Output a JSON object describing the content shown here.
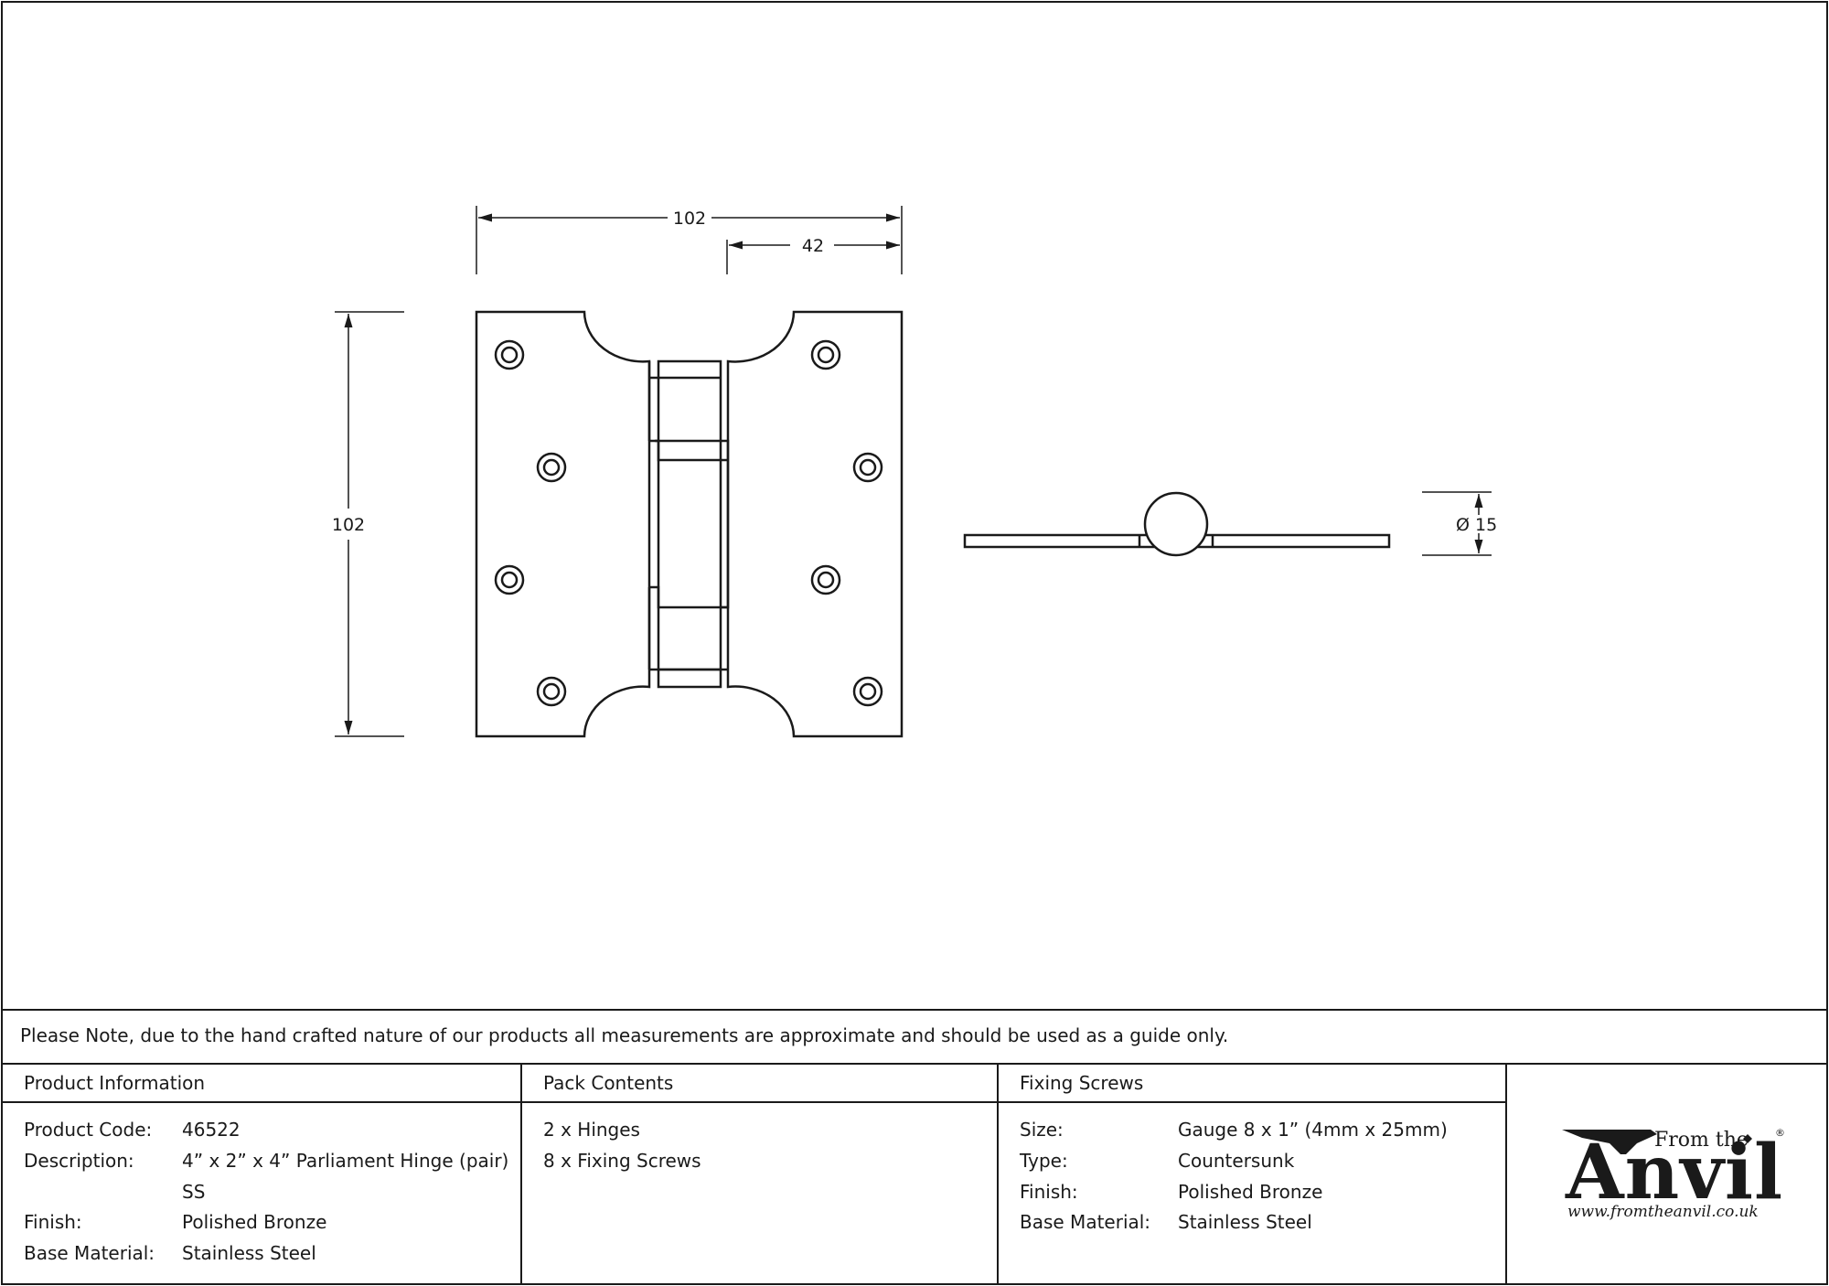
{
  "dimensions": {
    "overall_width": "102",
    "leaf_width": "42",
    "height": "102",
    "knuckle_diameter": "Ø 15"
  },
  "note": "Please Note, due to the hand crafted nature of our products all measurements are approximate and should be used as a guide only.",
  "product_information": {
    "heading": "Product Information",
    "rows": [
      {
        "label": "Product Code:",
        "value": "46522"
      },
      {
        "label": "Description:",
        "value": "4” x 2” x 4” Parliament Hinge (pair)"
      },
      {
        "label": "",
        "value": "SS"
      },
      {
        "label": "Finish:",
        "value": "Polished Bronze"
      },
      {
        "label": "Base Material:",
        "value": "Stainless Steel"
      }
    ]
  },
  "pack_contents": {
    "heading": "Pack Contents",
    "items": [
      "2 x Hinges",
      "8 x Fixing Screws"
    ]
  },
  "fixing_screws": {
    "heading": "Fixing Screws",
    "rows": [
      {
        "label": "Size:",
        "value": "Gauge 8 x 1” (4mm x 25mm)"
      },
      {
        "label": "Type:",
        "value": "Countersunk"
      },
      {
        "label": "Finish:",
        "value": "Polished Bronze"
      },
      {
        "label": "Base Material:",
        "value": "Stainless Steel"
      }
    ]
  },
  "logo": {
    "from_the": "From the",
    "brand": "Anvil",
    "registered": "®",
    "url": "www.fromtheanvil.co.uk"
  }
}
